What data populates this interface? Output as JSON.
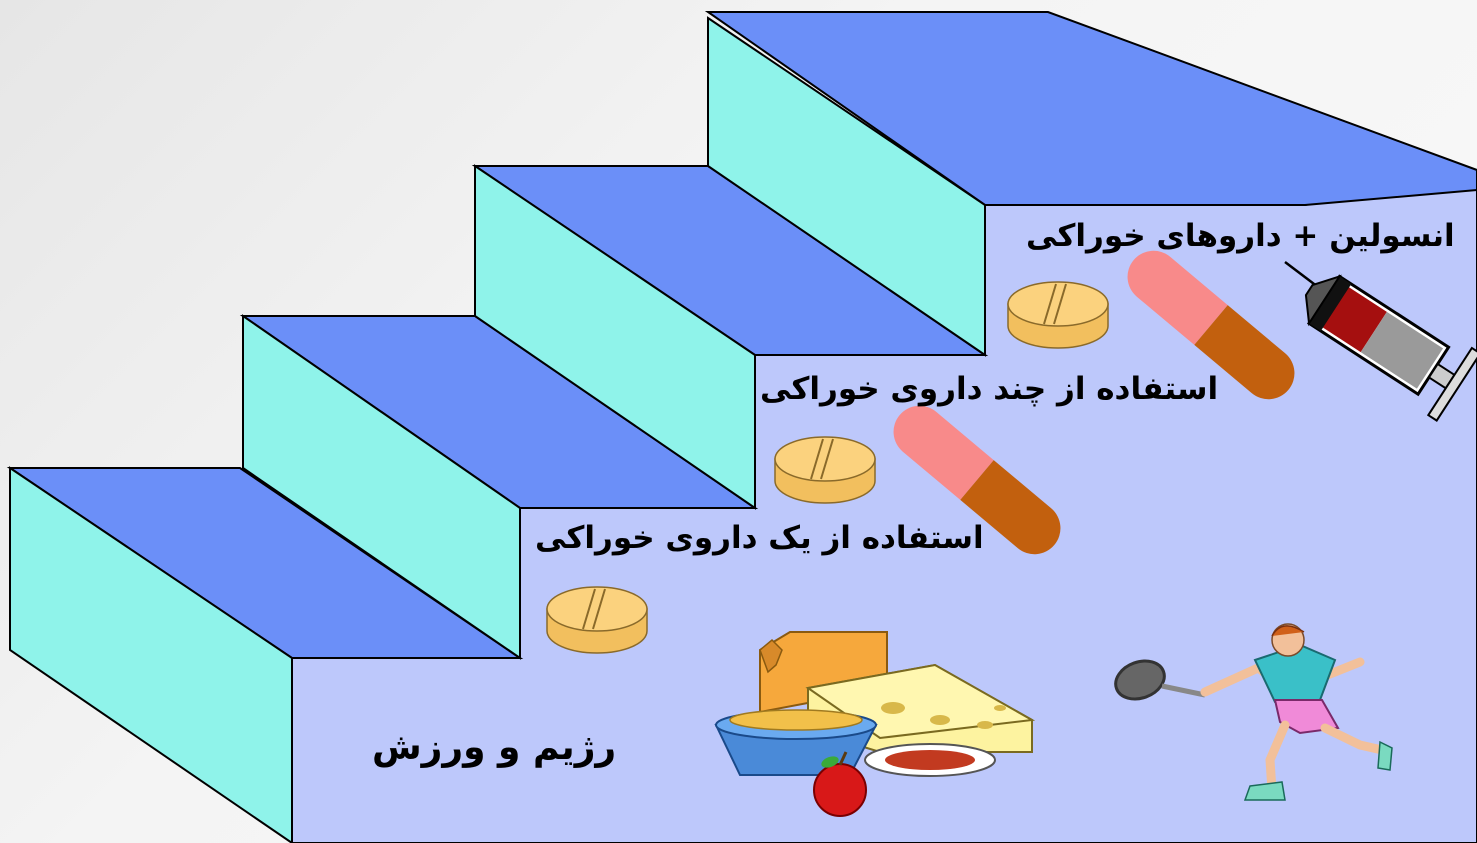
{
  "steps": [
    {
      "label": "رژیم و ورزش"
    },
    {
      "label": "استفاده از یک داروی خوراکی"
    },
    {
      "label": "استفاده از چند داروی خوراکی"
    },
    {
      "label": "انسولین + داروهای خوراکی"
    }
  ],
  "colors": {
    "tread": "#6b8ff8",
    "riser": "#8ff3ea",
    "wall": "#bdc8fb",
    "pill": "#fbd27e",
    "capsule_pink": "#f88a8a",
    "capsule_brown": "#c2600e"
  },
  "icons": [
    "pill-tablet-icon",
    "capsule-icon",
    "syringe-icon",
    "food-icon",
    "tennis-player-icon"
  ]
}
